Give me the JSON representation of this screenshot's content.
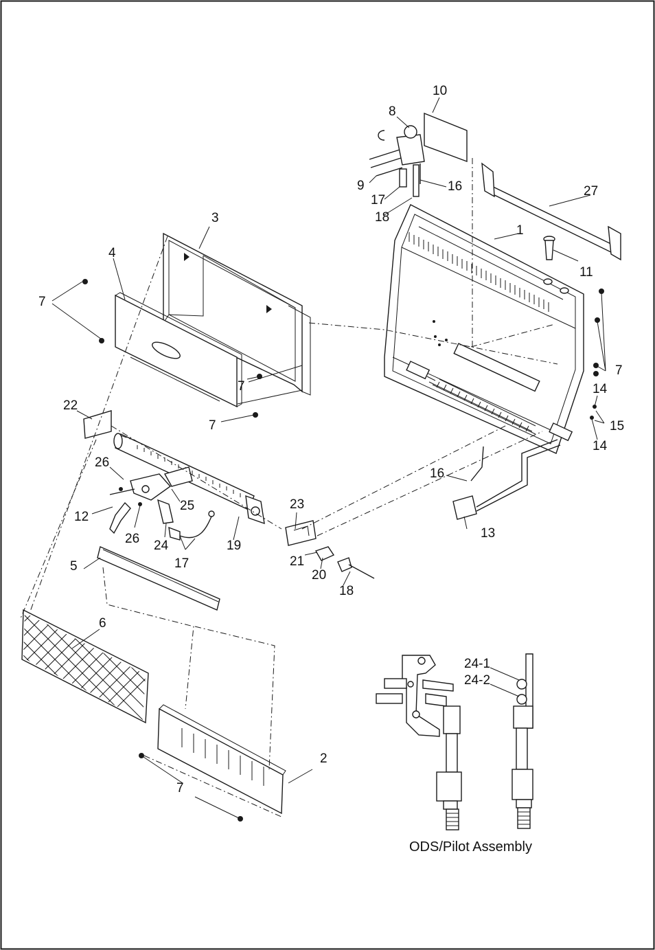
{
  "diagram": {
    "colors": {
      "ink": "#1a1a1a",
      "background": "#ffffff"
    },
    "part_labels": [
      {
        "id": "p1",
        "text": "1"
      },
      {
        "id": "p2",
        "text": "2"
      },
      {
        "id": "p3",
        "text": "3"
      },
      {
        "id": "p4",
        "text": "4"
      },
      {
        "id": "p5",
        "text": "5"
      },
      {
        "id": "p6",
        "text": "6"
      },
      {
        "id": "p7a",
        "text": "7"
      },
      {
        "id": "p7b",
        "text": "7"
      },
      {
        "id": "p7c",
        "text": "7"
      },
      {
        "id": "p7d",
        "text": "7"
      },
      {
        "id": "p7e",
        "text": "7"
      },
      {
        "id": "p8",
        "text": "8"
      },
      {
        "id": "p9",
        "text": "9"
      },
      {
        "id": "p10",
        "text": "10"
      },
      {
        "id": "p11",
        "text": "11"
      },
      {
        "id": "p12",
        "text": "12"
      },
      {
        "id": "p13",
        "text": "13"
      },
      {
        "id": "p14a",
        "text": "14"
      },
      {
        "id": "p14b",
        "text": "14"
      },
      {
        "id": "p15",
        "text": "15"
      },
      {
        "id": "p16a",
        "text": "16"
      },
      {
        "id": "p16b",
        "text": "16"
      },
      {
        "id": "p17a",
        "text": "17"
      },
      {
        "id": "p17b",
        "text": "17"
      },
      {
        "id": "p18a",
        "text": "18"
      },
      {
        "id": "p18b",
        "text": "18"
      },
      {
        "id": "p19",
        "text": "19"
      },
      {
        "id": "p20",
        "text": "20"
      },
      {
        "id": "p21",
        "text": "21"
      },
      {
        "id": "p22",
        "text": "22"
      },
      {
        "id": "p23",
        "text": "23"
      },
      {
        "id": "p24",
        "text": "24"
      },
      {
        "id": "p24_1",
        "text": "24-1"
      },
      {
        "id": "p24_2",
        "text": "24-2"
      },
      {
        "id": "p25",
        "text": "25"
      },
      {
        "id": "p26a",
        "text": "26"
      },
      {
        "id": "p26b",
        "text": "26"
      },
      {
        "id": "p27",
        "text": "27"
      }
    ],
    "inset_caption": "ODS/Pilot Assembly"
  }
}
